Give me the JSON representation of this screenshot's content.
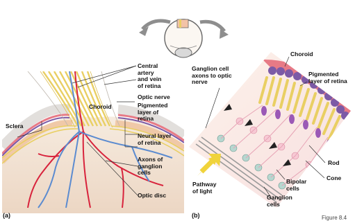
{
  "figure": {
    "caption": "Figure 8.4",
    "panel_a": {
      "tag": "(a)",
      "labels": {
        "central_artery_vein": "Central\nartery\nand vein\nof retina",
        "optic_nerve": "Optic nerve",
        "choroid": "Choroid",
        "sclera": "Sclera",
        "pigmented_layer": "Pigmented\nlayer of\nretina",
        "neural_layer": "Neural layer\nof retina",
        "axons_ganglion": "Axons of\nganglion\ncells",
        "optic_disc": "Optic disc"
      }
    },
    "panel_b": {
      "tag": "(b)",
      "labels": {
        "choroid": "Choroid",
        "pigmented_layer": "Pigmented\nlayer of retina",
        "ganglion_axons": "Ganglion cell\naxons to optic\nnerve",
        "rod": "Rod",
        "cone": "Cone",
        "bipolar_cells": "Bipolar\ncells",
        "ganglion_cells": "Ganglion\ncells",
        "pathway_of_light": "Pathway\nof light"
      }
    },
    "colors": {
      "choroid": "#e77a86",
      "pigment": "#7c5aa6",
      "nerve_fibers": "#e9cf63",
      "artery": "#d8233c",
      "vein": "#5b8bd0",
      "eye_fill": "#f1e2cf",
      "arrow": "#8e8e8e",
      "light_arrow": "#f0d33b"
    }
  }
}
